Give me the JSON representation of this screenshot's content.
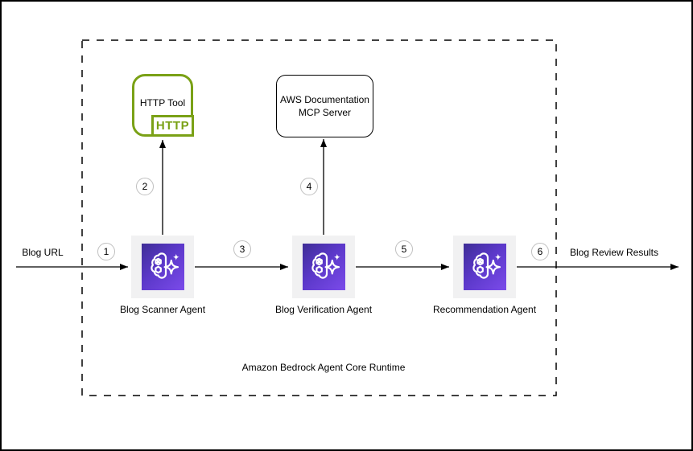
{
  "diagram": {
    "runtime_label": "Amazon Bedrock Agent Core Runtime",
    "io": {
      "input_label": "Blog URL",
      "output_label": "Blog Review Results"
    },
    "http_tool": {
      "label": "HTTP Tool",
      "badge": "HTTP"
    },
    "mcp_server": {
      "line1": "AWS Documentation",
      "line2": "MCP Server"
    },
    "agents": [
      {
        "label": "Blog Scanner Agent"
      },
      {
        "label": "Blog Verification Agent"
      },
      {
        "label": "Recommendation Agent"
      }
    ],
    "steps": [
      "1",
      "2",
      "3",
      "4",
      "5",
      "6"
    ],
    "colors": {
      "http_green": "#7aa116",
      "bedrock_purple_dark": "#3e2d96",
      "bedrock_purple_light": "#7b4bea",
      "agent_card_bg": "#f1f1f2",
      "step_circle_border": "#bfbfbf",
      "line_black": "#000000"
    }
  }
}
